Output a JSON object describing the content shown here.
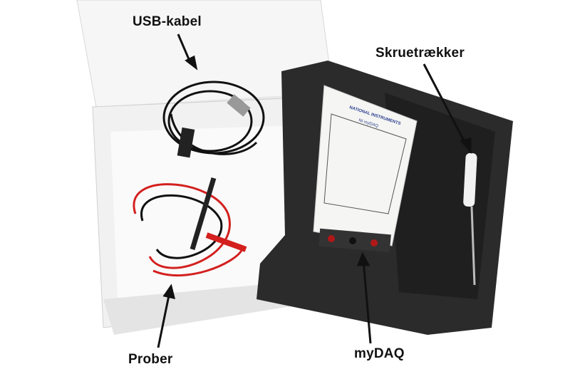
{
  "labels": {
    "usb_cable": "USB-kabel",
    "screwdriver": "Skruetrækker",
    "probes": "Prober",
    "mydaq": "myDAQ"
  },
  "device": {
    "logo": "NATIONAL INSTRUMENTS",
    "model": "NI myDAQ"
  },
  "colors": {
    "box": "#f3f3f3",
    "tray": "#2b2b2b",
    "device": "#f5f5f3",
    "probe_red": "#d3201e",
    "cable": "#111111"
  }
}
